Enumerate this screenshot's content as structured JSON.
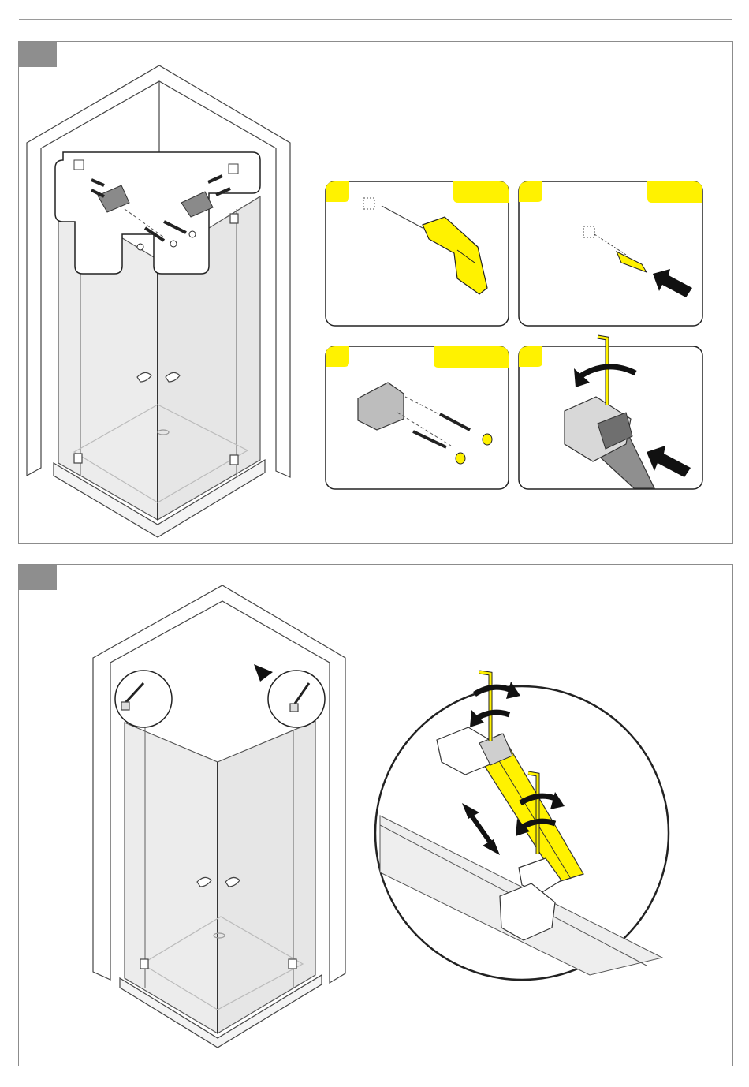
{
  "page": {
    "background": "#ffffff",
    "accent_yellow": "#fff200",
    "tab_gray": "#8e8e8e"
  },
  "steps": [
    {
      "name": "step-1",
      "sub_panels": [
        "drill-wall",
        "insert-dowel",
        "bracket-screws",
        "tighten-hex-key"
      ]
    },
    {
      "name": "step-2",
      "sub_panels": [
        "adjust-stabilizer-bar"
      ]
    }
  ],
  "icons": [
    "drill-icon",
    "wall-plug-icon",
    "push-arrow-icon",
    "hex-key-icon",
    "rotate-arrow-icon",
    "double-arrow-icon",
    "pointer-triangle-icon"
  ]
}
